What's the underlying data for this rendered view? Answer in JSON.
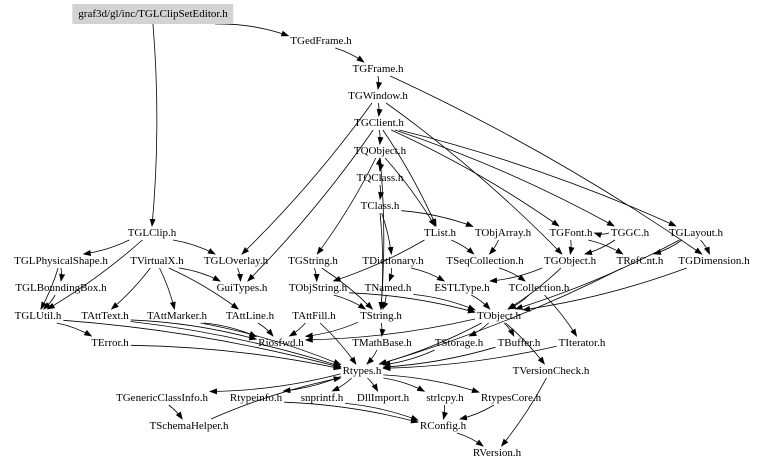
{
  "graph": {
    "root": "graf3d/gl/inc/TGLClipSetEditor.h",
    "nodes": {
      "root": "graf3d/gl/inc/TGLClipSetEditor.h",
      "TGedFrame": "TGedFrame.h",
      "TGFrame": "TGFrame.h",
      "TGWindow": "TGWindow.h",
      "TGClient": "TGClient.h",
      "TQObject": "TQObject.h",
      "TQClass": "TQClass.h",
      "TClass": "TClass.h",
      "TList": "TList.h",
      "TObjArray": "TObjArray.h",
      "TGFont": "TGFont.h",
      "TGGC": "TGGC.h",
      "TGLayout": "TGLayout.h",
      "TGLClip": "TGLClip.h",
      "TGLPhysicalShape": "TGLPhysicalShape.h",
      "TVirtualX": "TVirtualX.h",
      "TGLOverlay": "TGLOverlay.h",
      "TGString": "TGString.h",
      "TDictionary": "TDictionary.h",
      "TSeqCollection": "TSeqCollection.h",
      "TGObject": "TGObject.h",
      "TRefCnt": "TRefCnt.h",
      "TGDimension": "TGDimension.h",
      "TGLBoundingBox": "TGLBoundingBox.h",
      "GuiTypes": "GuiTypes.h",
      "TObjString": "TObjString.h",
      "TNamed": "TNamed.h",
      "ESTLType": "ESTLType.h",
      "TCollection": "TCollection.h",
      "TGLUtil": "TGLUtil.h",
      "TAttText": "TAttText.h",
      "TAttMarker": "TAttMarker.h",
      "TAttLine": "TAttLine.h",
      "TAttFill": "TAttFill.h",
      "TString": "TString.h",
      "TObject": "TObject.h",
      "TError": "TError.h",
      "Riosfwd": "Riosfwd.h",
      "TMathBase": "TMathBase.h",
      "TStorage": "TStorage.h",
      "TBuffer": "TBuffer.h",
      "TIterator": "TIterator.h",
      "Rtypes": "Rtypes.h",
      "TVersionCheck": "TVersionCheck.h",
      "TGenericClassInfo": "TGenericClassInfo.h",
      "Rtypeinfo": "Rtypeinfo.h",
      "snprintf": "snprintf.h",
      "DllImport": "DllImport.h",
      "strlcpy": "strlcpy.h",
      "RtypesCore": "RtypesCore.h",
      "TSchemaHelper": "TSchemaHelper.h",
      "RConfig": "RConfig.h",
      "RVersion": "RVersion.h"
    },
    "edges": [
      [
        "root",
        "TGedFrame"
      ],
      [
        "root",
        "TGLClip"
      ],
      [
        "TGedFrame",
        "TGFrame"
      ],
      [
        "TGFrame",
        "TGWindow"
      ],
      [
        "TGFrame",
        "TGDimension"
      ],
      [
        "TGWindow",
        "TGClient"
      ],
      [
        "TGWindow",
        "TGLOverlay"
      ],
      [
        "TGWindow",
        "TGObject"
      ],
      [
        "TGClient",
        "TQObject"
      ],
      [
        "TGClient",
        "GuiTypes"
      ],
      [
        "TGClient",
        "TList"
      ],
      [
        "TGClient",
        "TGFont"
      ],
      [
        "TGClient",
        "TGGC"
      ],
      [
        "TGClient",
        "TGLayout"
      ],
      [
        "TQObject",
        "TQClass"
      ],
      [
        "TQObject",
        "TList"
      ],
      [
        "TQObject",
        "TString"
      ],
      [
        "TQObject",
        "TGString"
      ],
      [
        "TQClass",
        "TQObject"
      ],
      [
        "TQClass",
        "TClass"
      ],
      [
        "TClass",
        "TObjArray"
      ],
      [
        "TClass",
        "TDictionary"
      ],
      [
        "TClass",
        "TString"
      ],
      [
        "TList",
        "TSeqCollection"
      ],
      [
        "TList",
        "TObjString"
      ],
      [
        "TObjArray",
        "TSeqCollection"
      ],
      [
        "TGFont",
        "TGObject"
      ],
      [
        "TGFont",
        "TRefCnt"
      ],
      [
        "TGGC",
        "TGObject"
      ],
      [
        "TGGC",
        "TGFont"
      ],
      [
        "TGLayout",
        "TGDimension"
      ],
      [
        "TGLayout",
        "TRefCnt"
      ],
      [
        "TGLayout",
        "TObject"
      ],
      [
        "TGLClip",
        "TGLPhysicalShape"
      ],
      [
        "TGLClip",
        "TGLOverlay"
      ],
      [
        "TGLClip",
        "TGLUtil"
      ],
      [
        "TGLPhysicalShape",
        "TGLBoundingBox"
      ],
      [
        "TGLPhysicalShape",
        "TGLUtil"
      ],
      [
        "TGLBoundingBox",
        "TGLUtil"
      ],
      [
        "TVirtualX",
        "GuiTypes"
      ],
      [
        "TVirtualX",
        "TAttLine"
      ],
      [
        "TVirtualX",
        "TAttText"
      ],
      [
        "TVirtualX",
        "TAttMarker"
      ],
      [
        "TGLOverlay",
        "GuiTypes"
      ],
      [
        "TGString",
        "TString"
      ],
      [
        "TGString",
        "TObjString"
      ],
      [
        "TDictionary",
        "TNamed"
      ],
      [
        "TDictionary",
        "ESTLType"
      ],
      [
        "TSeqCollection",
        "TCollection"
      ],
      [
        "TGObject",
        "TObject"
      ],
      [
        "TGObject",
        "ESTLType"
      ],
      [
        "TRefCnt",
        "Rtypes"
      ],
      [
        "TGDimension",
        "TObject"
      ],
      [
        "TObjString",
        "TString"
      ],
      [
        "TObjString",
        "TObject"
      ],
      [
        "TNamed",
        "TString"
      ],
      [
        "TNamed",
        "TObject"
      ],
      [
        "ESTLType",
        "TObject"
      ],
      [
        "TCollection",
        "TObject"
      ],
      [
        "TCollection",
        "TIterator"
      ],
      [
        "TGLUtil",
        "TError"
      ],
      [
        "TGLUtil",
        "Rtypes"
      ],
      [
        "TAttText",
        "Riosfwd"
      ],
      [
        "TAttText",
        "Rtypes"
      ],
      [
        "TAttMarker",
        "Riosfwd"
      ],
      [
        "TAttMarker",
        "Rtypes"
      ],
      [
        "TAttLine",
        "Riosfwd"
      ],
      [
        "TAttFill",
        "Riosfwd"
      ],
      [
        "TAttFill",
        "Rtypes"
      ],
      [
        "TString",
        "Riosfwd"
      ],
      [
        "TString",
        "TMathBase"
      ],
      [
        "TObject",
        "Riosfwd"
      ],
      [
        "TObject",
        "TStorage"
      ],
      [
        "TObject",
        "TBuffer"
      ],
      [
        "TObject",
        "TVersionCheck"
      ],
      [
        "TObject",
        "Rtypes"
      ],
      [
        "TError",
        "Rtypes"
      ],
      [
        "TMathBase",
        "Rtypes"
      ],
      [
        "TStorage",
        "Rtypes"
      ],
      [
        "TBuffer",
        "Rtypes"
      ],
      [
        "TIterator",
        "Rtypes"
      ],
      [
        "TVersionCheck",
        "RVersion"
      ],
      [
        "Rtypes",
        "TGenericClassInfo"
      ],
      [
        "Rtypes",
        "Rtypeinfo"
      ],
      [
        "Rtypes",
        "snprintf"
      ],
      [
        "Rtypes",
        "DllImport"
      ],
      [
        "Rtypes",
        "strlcpy"
      ],
      [
        "Rtypes",
        "RtypesCore"
      ],
      [
        "TGenericClassInfo",
        "TSchemaHelper"
      ],
      [
        "TSchemaHelper",
        "Rtypes"
      ],
      [
        "Rtypeinfo",
        "RConfig"
      ],
      [
        "snprintf",
        "RConfig"
      ],
      [
        "strlcpy",
        "RConfig"
      ],
      [
        "RtypesCore",
        "RConfig"
      ],
      [
        "RConfig",
        "RVersion"
      ]
    ]
  }
}
